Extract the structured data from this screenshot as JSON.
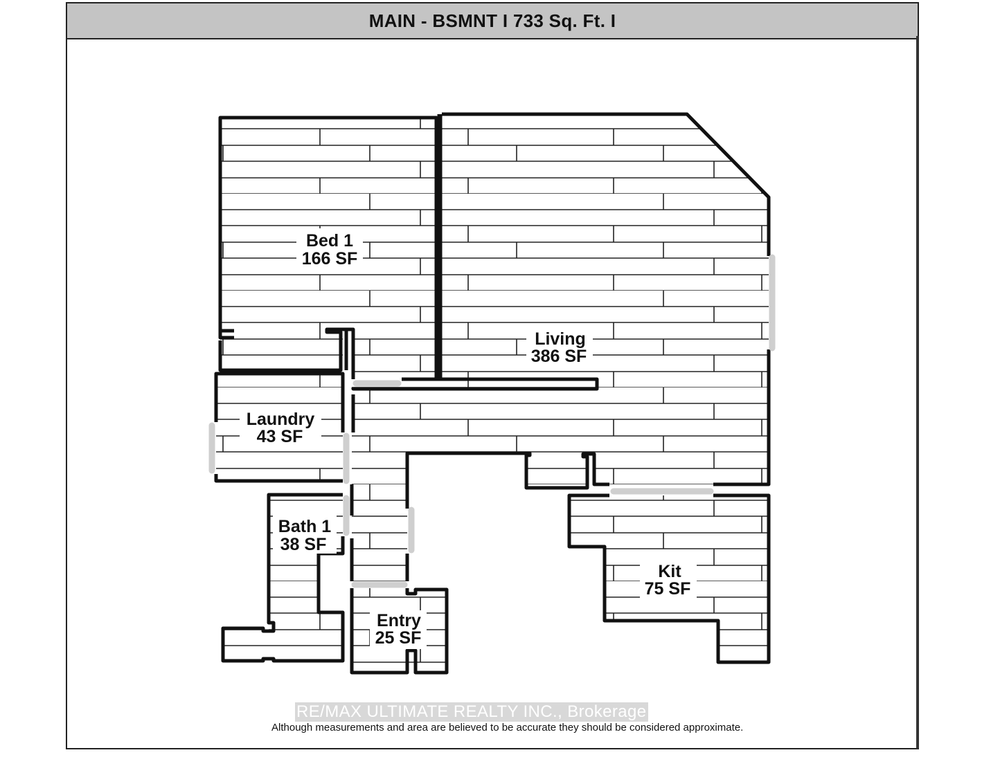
{
  "header": {
    "title": "MAIN - BSMNT  I  733 Sq. Ft.  I"
  },
  "floor_plan": {
    "level": "MAIN - BSMNT",
    "total_area": "733 Sq. Ft.",
    "rooms": [
      {
        "name": "Bed 1",
        "area": "166 SF"
      },
      {
        "name": "Living",
        "area": "386 SF"
      },
      {
        "name": "Laundry",
        "area": "43 SF"
      },
      {
        "name": "Bath 1",
        "area": "38 SF"
      },
      {
        "name": "Entry",
        "area": "25 SF"
      },
      {
        "name": "Kit",
        "area": "75 SF"
      }
    ],
    "colors": {
      "wall": "#111111",
      "opening": "#cfcfcf",
      "floor_lines": "#222222",
      "title_bar": "#c4c4c4"
    }
  },
  "footer": {
    "watermark": "RE/MAX ULTIMATE REALTY INC., Brokerage",
    "disclaimer": "Although measurements and area are believed to be accurate they should be considered approximate."
  }
}
